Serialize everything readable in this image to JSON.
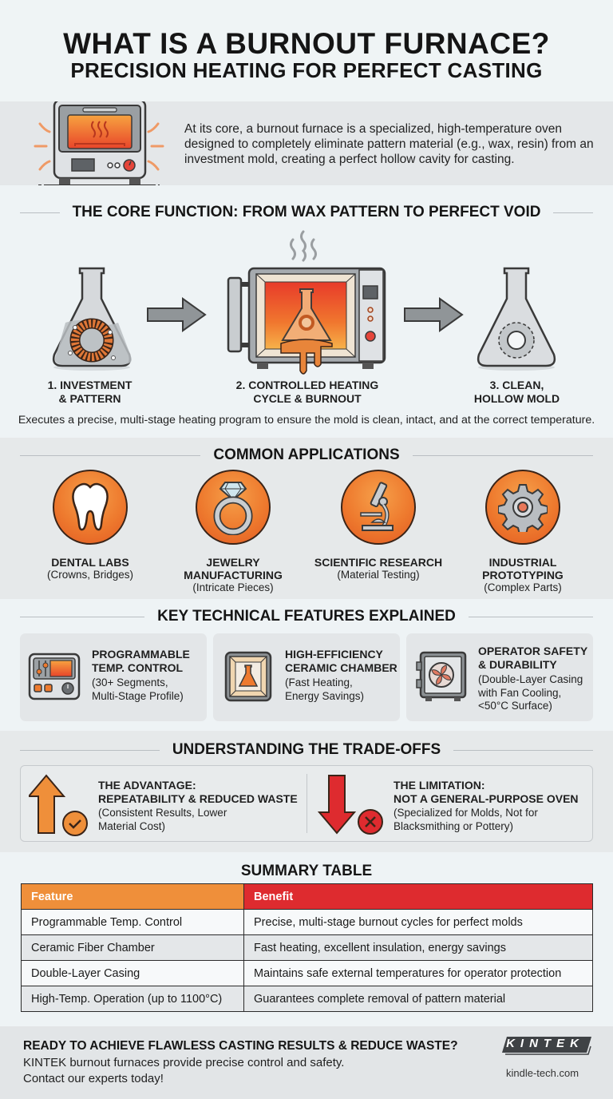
{
  "header": {
    "title": "WHAT IS A BURNOUT FURNACE?",
    "subtitle": "PRECISION HEATING FOR PERFECT CASTING"
  },
  "intro": {
    "icon": "furnace-oven-icon",
    "text": "At its core, a burnout furnace is a specialized, high-temperature oven designed to completely eliminate pattern material (e.g., wax, resin) from an investment mold, creating a perfect hollow cavity for casting."
  },
  "core_function": {
    "heading": "THE CORE FUNCTION: FROM WAX PATTERN TO PERFECT VOID",
    "steps": [
      {
        "icon": "flask-with-wax-pattern-icon",
        "label_line1": "1. INVESTMENT",
        "label_line2": "& PATTERN"
      },
      {
        "icon": "furnace-burnout-icon",
        "label_line1": "2. CONTROLLED HEATING",
        "label_line2": "CYCLE & BURNOUT"
      },
      {
        "icon": "hollow-mold-flask-icon",
        "label_line1": "3. CLEAN,",
        "label_line2": "HOLLOW MOLD"
      }
    ],
    "caption": "Executes a precise, multi-stage heating program to ensure the mold is clean, intact, and at the correct temperature."
  },
  "applications": {
    "heading": "COMMON APPLICATIONS",
    "items": [
      {
        "icon": "tooth-icon",
        "title_line1": "DENTAL LABS",
        "title_line2": "",
        "sub": "(Crowns, Bridges)"
      },
      {
        "icon": "diamond-ring-icon",
        "title_line1": "JEWELRY",
        "title_line2": "MANUFACTURING",
        "sub": "(Intricate Pieces)"
      },
      {
        "icon": "microscope-icon",
        "title_line1": "SCIENTIFIC RESEARCH",
        "title_line2": "",
        "sub": "(Material Testing)"
      },
      {
        "icon": "gear-icon",
        "title_line1": "INDUSTRIAL",
        "title_line2": "PROTOTYPING",
        "sub": "(Complex Parts)"
      }
    ]
  },
  "features": {
    "heading": "KEY TECHNICAL FEATURES EXPLAINED",
    "items": [
      {
        "icon": "control-panel-icon",
        "title_line1": "PROGRAMMABLE",
        "title_line2": "TEMP. CONTROL",
        "sub_line1": "(30+ Segments,",
        "sub_line2": "Multi-Stage Profile)",
        "sub_line3": ""
      },
      {
        "icon": "ceramic-chamber-icon",
        "title_line1": "HIGH-EFFICIENCY",
        "title_line2": "CERAMIC CHAMBER",
        "sub_line1": "(Fast Heating,",
        "sub_line2": "Energy Savings)",
        "sub_line3": ""
      },
      {
        "icon": "safe-fan-casing-icon",
        "title_line1": "OPERATOR SAFETY",
        "title_line2": "& DURABILITY",
        "sub_line1": "(Double-Layer Casing",
        "sub_line2": "with Fan Cooling,",
        "sub_line3": "<50°C Surface)"
      }
    ]
  },
  "tradeoffs": {
    "heading": "UNDERSTANDING THE TRADE-OFFS",
    "advantage": {
      "icon": "arrow-up-check-icon",
      "title_line1": "THE ADVANTAGE:",
      "title_line2": "REPEATABILITY & REDUCED WASTE",
      "sub_line1": "(Consistent Results, Lower",
      "sub_line2": "Material Cost)"
    },
    "limitation": {
      "icon": "arrow-down-x-icon",
      "title_line1": "THE LIMITATION:",
      "title_line2": "NOT A GENERAL-PURPOSE OVEN",
      "sub_line1": "(Specialized for Molds, Not for",
      "sub_line2": "Blacksmithing or Pottery)"
    }
  },
  "summary_table": {
    "heading": "SUMMARY TABLE",
    "columns": [
      "Feature",
      "Benefit"
    ],
    "rows": [
      [
        "Programmable Temp. Control",
        "Precise, multi-stage burnout cycles for perfect molds"
      ],
      [
        "Ceramic Fiber Chamber",
        "Fast heating, excellent insulation, energy savings"
      ],
      [
        "Double-Layer Casing",
        "Maintains safe external temperatures for operator protection"
      ],
      [
        "High-Temp. Operation (up to 1100°C)",
        "Guarantees complete removal of pattern material"
      ]
    ]
  },
  "footer": {
    "headline": "READY TO ACHIEVE FLAWLESS CASTING RESULTS & REDUCE WASTE?",
    "line1": "KINTEK burnout furnaces provide precise control and safety.",
    "line2": "Contact our experts today!",
    "logo_text": "KINTEK",
    "website": "kindle-tech.com"
  },
  "colors": {
    "accent_orange": "#ef8f3a",
    "accent_red": "#de2b2f",
    "dark_outline": "#3a3a3a",
    "band_gray": "#e4e7e9",
    "background": "#eef3f5"
  }
}
